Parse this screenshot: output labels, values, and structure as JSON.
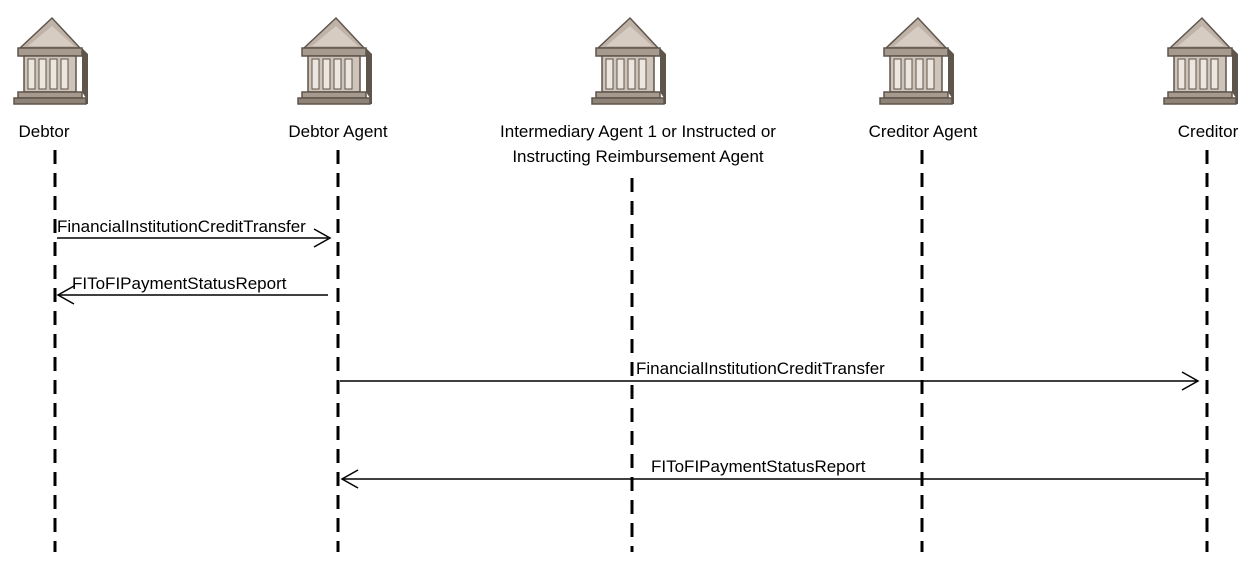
{
  "participants": [
    {
      "id": "debtor",
      "label_lines": [
        "Debtor"
      ]
    },
    {
      "id": "debtor-agent",
      "label_lines": [
        "Debtor Agent"
      ]
    },
    {
      "id": "intermediary-agent",
      "label_lines": [
        "Intermediary Agent 1 or Instructed or",
        "Instructing Reimbursement  Agent"
      ]
    },
    {
      "id": "creditor-agent",
      "label_lines": [
        "Creditor Agent"
      ]
    },
    {
      "id": "creditor",
      "label_lines": [
        "Creditor"
      ]
    }
  ],
  "messages": [
    {
      "label": "FinancialInstitutionCreditTransfer",
      "from": "debtor",
      "to": "debtor-agent"
    },
    {
      "label": "FIToFIPaymentStatusReport",
      "from": "debtor-agent",
      "to": "debtor"
    },
    {
      "label": "FinancialInstitutionCreditTransfer",
      "from": "debtor-agent",
      "to": "creditor"
    },
    {
      "label": "FIToFIPaymentStatusReport",
      "from": "creditor",
      "to": "debtor-agent"
    }
  ],
  "icon": "bank-building-icon",
  "colors": {
    "icon_fill": "#bfb3a8",
    "icon_dark": "#5e554c",
    "line": "#000000"
  }
}
